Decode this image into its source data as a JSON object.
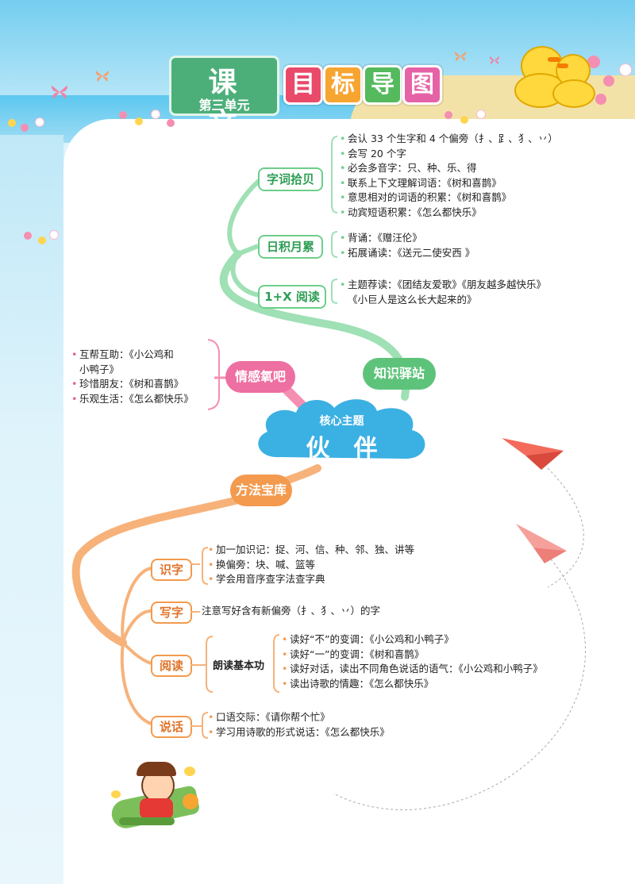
{
  "header": {
    "title_main": "课文",
    "title_sub": "第三单元",
    "goal_chars": [
      "目",
      "标",
      "导",
      "图"
    ],
    "goal_colors": [
      "#e94a6a",
      "#f7a531",
      "#55b95d",
      "#e662a6"
    ]
  },
  "center": {
    "label": "核心主题",
    "theme": "伙　伴"
  },
  "branches": {
    "knowledge": "知识驿站",
    "emotion": "情感氧吧",
    "method": "方法宝库"
  },
  "knowledge_nodes": [
    {
      "label": "字词拾贝",
      "items": [
        "会认 33 个生字和 4 个偏旁（扌、𧾷、犭、丷）",
        "会写 20 个字",
        "必会多音字：只、种、乐、得",
        "联系上下文理解词语：《树和喜鹊》",
        "意思相对的词语的积累：《树和喜鹊》",
        "动宾短语积累：《怎么都快乐》"
      ]
    },
    {
      "label": "日积月累",
      "items": [
        "背诵：《赠汪伦》",
        "拓展诵读：《送元二使安西 》"
      ]
    },
    {
      "label": "1+X 阅读",
      "items": [
        "主题荐读：《团结友爱歌》《朋友越多越快乐》"
      ],
      "continuation": "《小巨人是这么长大起来的》"
    }
  ],
  "emotion_items": {
    "item1": "互帮互助：《小公鸡和",
    "item1_cont": "小鸭子》",
    "item2": "珍惜朋友：《树和喜鹊》",
    "item3": "乐观生活：《怎么都快乐》"
  },
  "method_nodes": [
    {
      "label": "识字",
      "items": [
        "加一加识记：捉、河、信、种、邻、独、讲等",
        "换偏旁：块、喊、篮等",
        "学会用音序查字法查字典"
      ]
    },
    {
      "label": "写字",
      "text": "注意写好含有新偏旁（扌、犭、丷）的字"
    },
    {
      "label": "阅读",
      "sub": "朗读基本功",
      "items": [
        "读好“不”的变调：《小公鸡和小鸭子》",
        "读好“一”的变调：《树和喜鹊》",
        "读好对话，读出不同角色说话的语气：《小公鸡和小鸭子》",
        "读出诗歌的情趣：《怎么都快乐》"
      ]
    },
    {
      "label": "说话",
      "items": [
        "口语交际：《请你帮个忙》",
        "学习用诗歌的形式说话：《怎么都快乐》"
      ]
    }
  ],
  "colors": {
    "green": "#6ccf8a",
    "orange": "#f39a4e",
    "pink": "#e85e94",
    "cloud": "#3bb0e3"
  }
}
